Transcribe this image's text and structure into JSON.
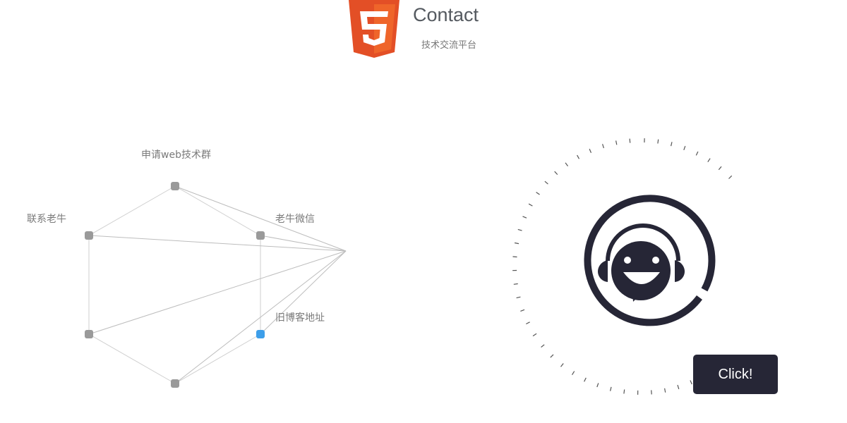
{
  "header": {
    "logo_icon": "html5-logo-icon",
    "logo_glyph": "5",
    "title": "Contact",
    "subtitle": "技术交流平台"
  },
  "graph": {
    "labels": {
      "web_group": "申请web技术群",
      "contact_niu": "联系老牛",
      "wechat": "老牛微信",
      "old_blog": "旧博客地址"
    },
    "accent_color": "#3d9ee9",
    "node_color": "#999999"
  },
  "widget": {
    "icon": "customer-service-bot-icon",
    "button_label": "Click!",
    "button_color": "#262636"
  }
}
